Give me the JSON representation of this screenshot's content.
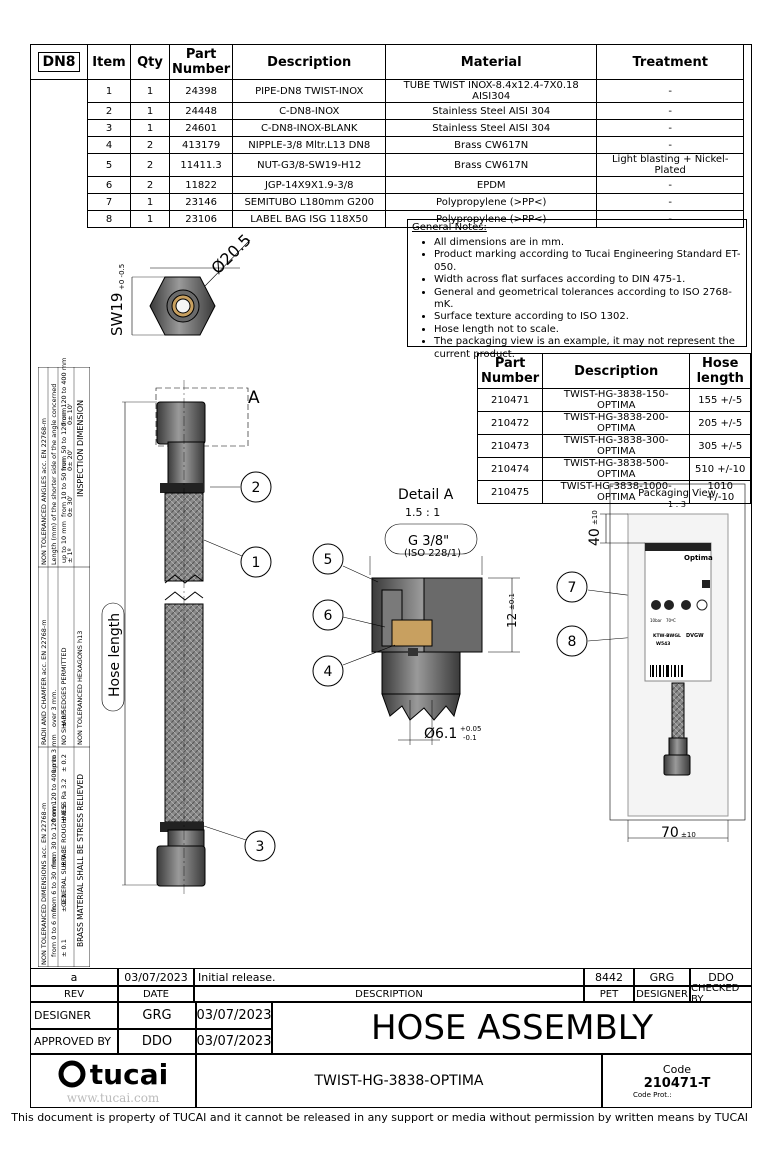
{
  "bom": {
    "size_label": "DN8",
    "headers": [
      "Item",
      "Qty",
      "Part Number",
      "Description",
      "Material",
      "Treatment"
    ],
    "rows": [
      [
        "1",
        "1",
        "24398",
        "PIPE-DN8 TWIST-INOX",
        "TUBE TWIST INOX-8.4x12.4-7X0.18 AISI304",
        "-"
      ],
      [
        "2",
        "1",
        "24448",
        "C-DN8-INOX",
        "Stainless Steel AISI 304",
        "-"
      ],
      [
        "3",
        "1",
        "24601",
        "C-DN8-INOX-BLANK",
        "Stainless Steel AISI 304",
        "-"
      ],
      [
        "4",
        "2",
        "413179",
        "NIPPLE-3/8 Mltr.L13 DN8",
        "Brass CW617N",
        "-"
      ],
      [
        "5",
        "2",
        "11411.3",
        "NUT-G3/8-SW19-H12",
        "Brass CW617N",
        "Light blasting + Nickel-Plated"
      ],
      [
        "6",
        "2",
        "11822",
        "JGP-14X9X1.9-3/8",
        "EPDM",
        "-"
      ],
      [
        "7",
        "1",
        "23146",
        "SEMITUBO L180mm G200",
        "Polypropylene (>PP<)",
        "-"
      ],
      [
        "8",
        "1",
        "23106",
        "LABEL BAG ISG 118X50",
        "Polypropylene (>PP<)",
        "-"
      ]
    ]
  },
  "notes": {
    "title": "General Notes:",
    "items": [
      "All dimensions are in mm.",
      "Product marking according to Tucai Engineering Standard ET-050.",
      "Width across flat surfaces according to DIN 475-1.",
      "General and geometrical tolerances according to ISO 2768-mK.",
      "Surface texture according to ISO 1302.",
      "Hose length not to scale.",
      "The packaging view is an example, it may not represent the current product."
    ]
  },
  "variants": {
    "headers": [
      "Part Number",
      "Description",
      "Hose length"
    ],
    "rows": [
      [
        "210471",
        "TWIST-HG-3838-150-OPTIMA",
        "155 +/-5"
      ],
      [
        "210472",
        "TWIST-HG-3838-200-OPTIMA",
        "205 +/-5"
      ],
      [
        "210473",
        "TWIST-HG-3838-300-OPTIMA",
        "305 +/-5"
      ],
      [
        "210474",
        "TWIST-HG-3838-500-OPTIMA",
        "510 +/-10"
      ],
      [
        "210475",
        "TWIST-HG-3838-1000-OPTIMA",
        "1010 +/-10"
      ]
    ]
  },
  "drawing": {
    "dia_top": "Ø20.5",
    "sw": "SW19",
    "sw_tol": "+0 -0.5",
    "view_a": "A",
    "hose_length": "Hose length",
    "detail_title": "Detail A",
    "detail_scale": "1.5 : 1",
    "thread": "G 3/8\"",
    "thread_std": "(ISO 228/1)",
    "dim_12": "12",
    "dim_12_tol": "±0.1",
    "dim_61": "Ø6.1",
    "dim_61_tol_up": "+0.05",
    "dim_61_tol_dn": "-0.1",
    "balloons": [
      "1",
      "2",
      "3",
      "4",
      "5",
      "6",
      "7",
      "8"
    ],
    "pack_title": "Packaging View",
    "pack_scale": "1 : 3",
    "pack_40": "40",
    "pack_70": "70",
    "pack_tol": "±10",
    "label_brand": "Optima",
    "label_pressure": "10bar",
    "label_temp": "70ºC",
    "label_code": "KTW-BWGL",
    "label_w": "W543",
    "label_dvgw": "DVGW"
  },
  "revisions": {
    "row": {
      "rev": "a",
      "date": "03/07/2023",
      "desc": "Initial release.",
      "pet": "8442",
      "designer": "GRG",
      "checked": "DDO"
    },
    "headers": {
      "rev": "REV",
      "date": "DATE",
      "desc": "DESCRIPTION",
      "pet": "PET",
      "designer": "DESIGNER",
      "checked": "CHECKED BY"
    }
  },
  "titleblock": {
    "designer_label": "DESIGNER",
    "designer": "GRG",
    "designer_date": "03/07/2023",
    "approved_label": "APPROVED BY",
    "approved": "DDO",
    "approved_date": "03/07/2023",
    "title": "HOSE ASSEMBLY",
    "drawing_name": "TWIST-HG-3838-OPTIMA",
    "code_label": "Code",
    "code": "210471-T",
    "code_prot": "Code Prot.:",
    "logo": "tucai",
    "web": "www.tucai.com"
  },
  "tolerances": {
    "linear_title": "NON TOLERANCED DIMENSIONS acc. EN 22768-m",
    "ranges": [
      "from 0 to 6 mm.",
      "from 6 to 30 mm.",
      "from 30 to 120 mm.",
      "from 120 to 400 mm"
    ],
    "values": [
      "± 0.1",
      "± 0.2",
      "± 0.3",
      "± 0.5"
    ],
    "roughness": "GENERAL SURFACE ROUGHNESS Ra 3.2",
    "brass": "BRASS MATERIAL SHALL BE STRESS RELIEVED",
    "radii_title": "RADII AND CHAMFER acc. EN 22768-m",
    "radii_ranges": [
      "up to 3 mm",
      "over 3 mm."
    ],
    "radii_values": [
      "± 0.2",
      "± 0.5"
    ],
    "sharp": "NO SHARP EDGES PERMITTED",
    "hex": "NON TOLERANCED HEXAGONS h13",
    "angles_title": "NON TOLERANCED ANGLES acc. EN 22768-m",
    "angles_sub": "Length (mm) of the shorter side of the angle concerned",
    "angle_ranges": [
      "up to 10 mm",
      "from 10 to 50 mm",
      "from 50 to 120 mm",
      "from 120 to 400 mm"
    ],
    "angle_values": [
      "± 1º",
      "0± 30'",
      "0± 20'",
      "0± 10'"
    ],
    "inspection": "INSPECTION DIMENSION"
  },
  "footer": "This document is property of TUCAI and it cannot be released in any support or media without permission by written means by TUCAI"
}
